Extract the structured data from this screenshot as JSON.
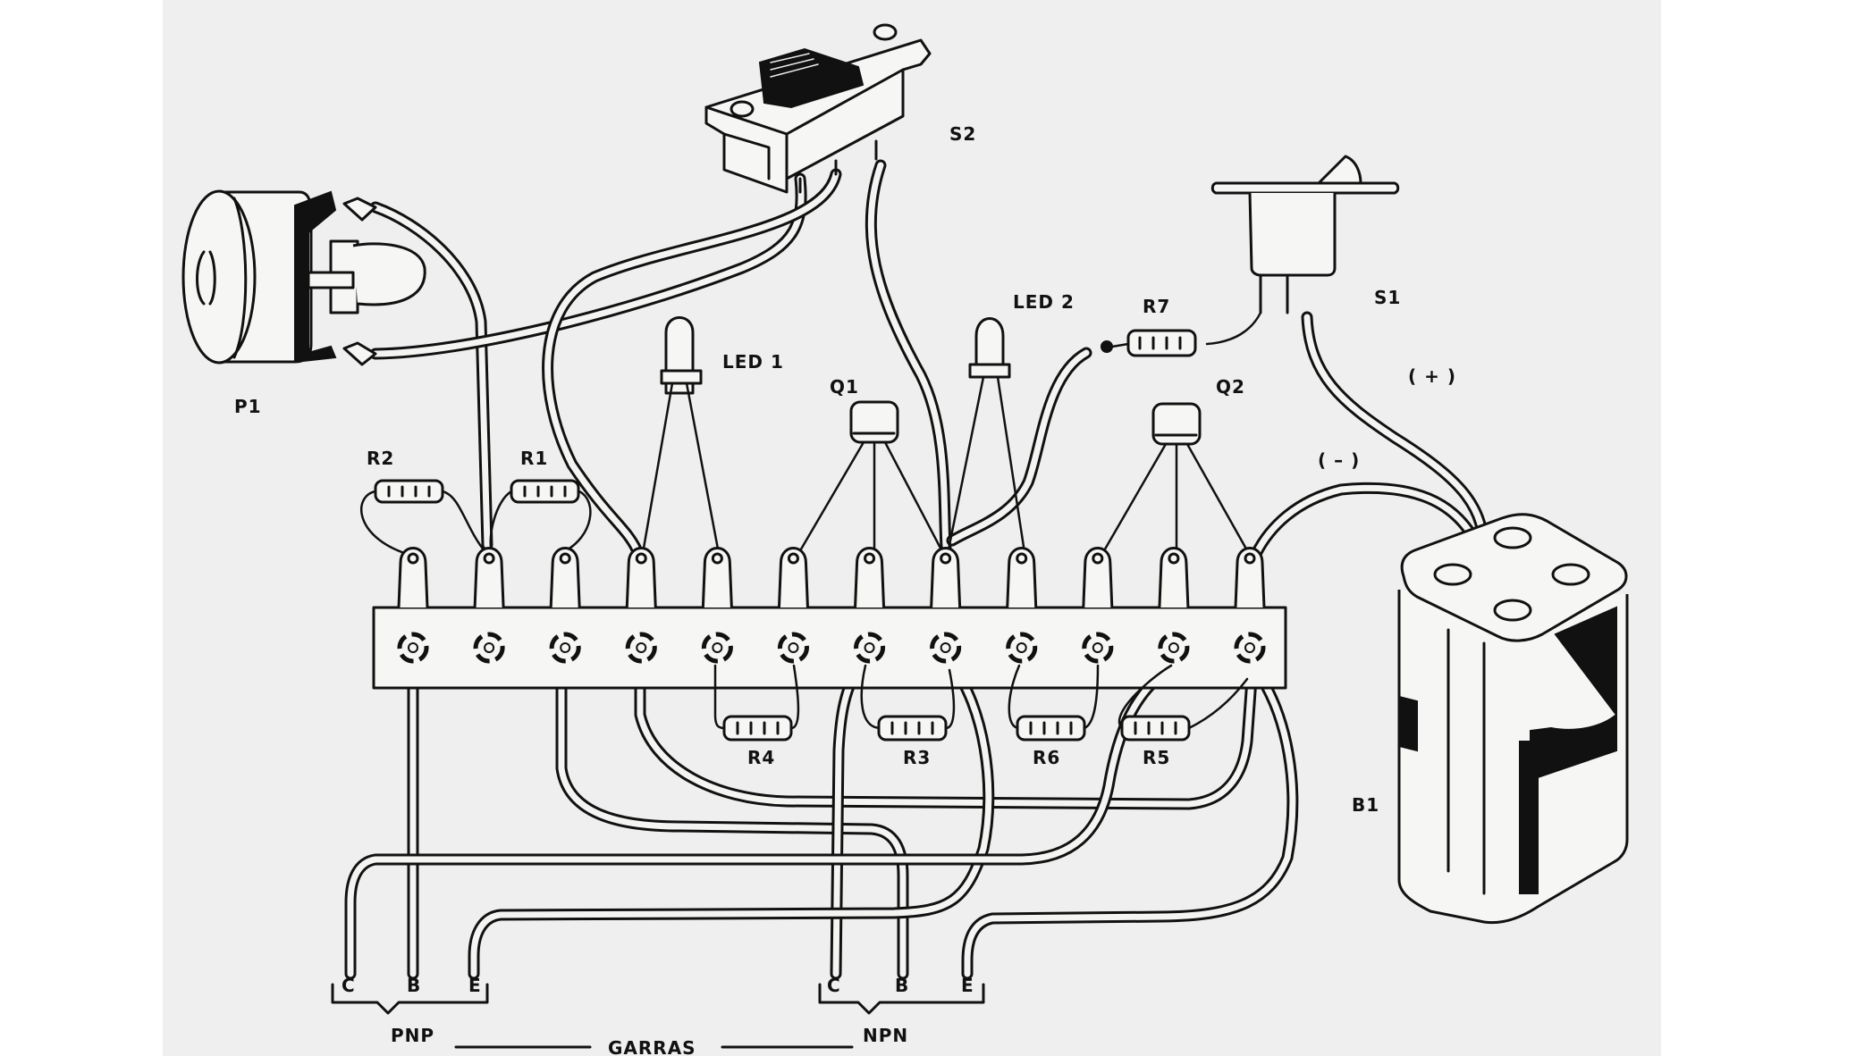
{
  "diagram": {
    "title": "Transistor tester wiring diagram",
    "components": {
      "pot": {
        "label": "P1"
      },
      "slide_switch": {
        "label": "S2"
      },
      "rocker_switch": {
        "label": "S1"
      },
      "led1": {
        "label": "LED 1"
      },
      "led2": {
        "label": "LED 2"
      },
      "q1": {
        "label": "Q1"
      },
      "q2": {
        "label": "Q2"
      },
      "battery": {
        "label": "B1"
      },
      "resistors": [
        {
          "label": "R1"
        },
        {
          "label": "R2"
        },
        {
          "label": "R3"
        },
        {
          "label": "R4"
        },
        {
          "label": "R5"
        },
        {
          "label": "R6"
        },
        {
          "label": "R7"
        }
      ]
    },
    "polarity": {
      "positive": "( + )",
      "negative": "( – )"
    },
    "clips": {
      "pnp": {
        "pins": [
          "C",
          "B",
          "E"
        ],
        "label": "PNP"
      },
      "npn": {
        "pins": [
          "C",
          "B",
          "E"
        ],
        "label": "NPN"
      },
      "caption": "GARRAS"
    },
    "terminal_strip": {
      "terminal_count": 12
    }
  }
}
